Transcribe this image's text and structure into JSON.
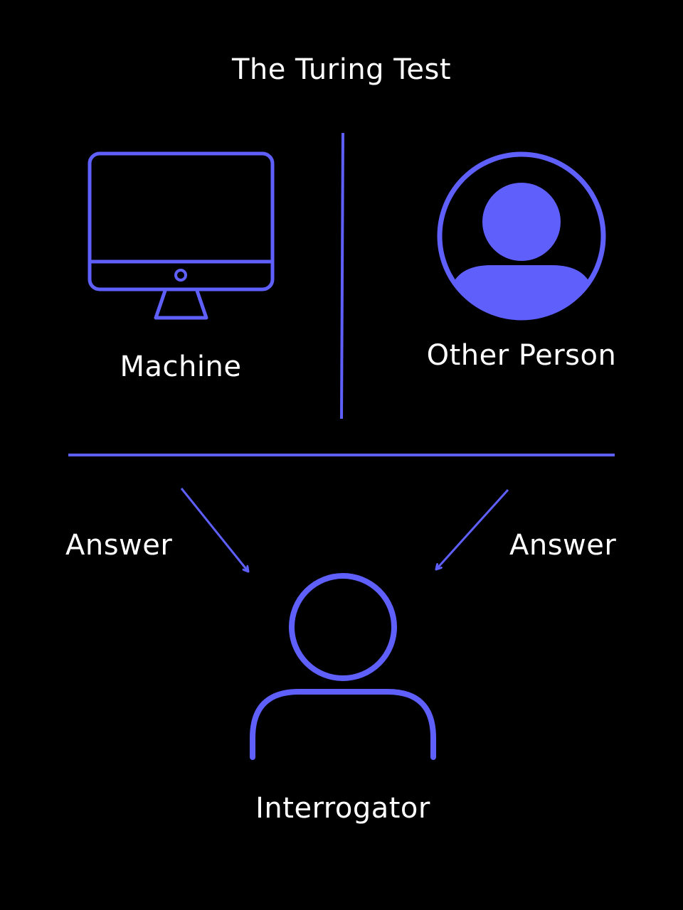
{
  "diagram": {
    "title": "The Turing Test",
    "machine_label": "Machine",
    "other_person_label": "Other Person",
    "answer_left_label": "Answer",
    "answer_right_label": "Answer",
    "interrogator_label": "Interrogator"
  },
  "colors": {
    "background": "#000000",
    "accent": "#5f5ffc",
    "text": "#ffffff"
  },
  "icons": {
    "machine": "monitor-icon",
    "other_person": "user-circle-icon",
    "interrogator": "user-outline-icon"
  }
}
